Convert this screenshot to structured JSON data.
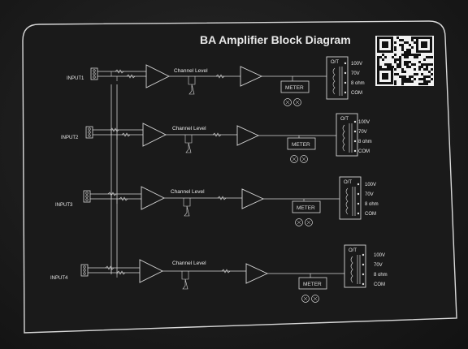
{
  "diagram": {
    "title": "BA Amplifier Block Diagram",
    "channel_level_label": "Channel Level",
    "meter_label": "METER",
    "output_label": "O/T",
    "tap_labels": [
      "100V",
      "70V",
      "8 ohm",
      "COM"
    ],
    "inputs": [
      {
        "label": "INPUT1"
      },
      {
        "label": "INPUT2"
      },
      {
        "label": "INPUT3"
      },
      {
        "label": "INPUT4"
      }
    ]
  }
}
